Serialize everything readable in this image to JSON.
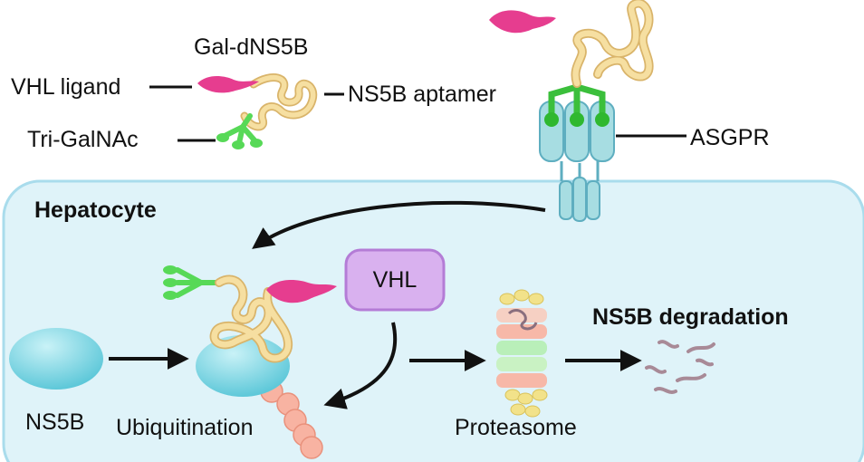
{
  "labels": {
    "gal_dns5b": "Gal-dNS5B",
    "vhl_ligand": "VHL ligand",
    "ns5b_aptamer": "NS5B aptamer",
    "tri_galnac": "Tri-GalNAc",
    "asgpr": "ASGPR",
    "hepatocyte": "Hepatocyte",
    "vhl": "VHL",
    "ns5b_degradation": "NS5B degradation",
    "ns5b": "NS5B",
    "ubiquitination": "Ubiquitination",
    "proteasome": "Proteasome"
  },
  "colors": {
    "cell_fill": "#dff3f9",
    "cell_border": "#a9dcec",
    "aptamer_yellow": "#f6dfa1",
    "aptamer_outline": "#d9b46a",
    "ligand_pink": "#e63d8f",
    "galnac_green": "#57d957",
    "receptor_blue": "#a7dde2",
    "vhl_purple": "#d9b1ef",
    "ns5b_cyan": "#7ad6e3",
    "ubiquitin_salmon": "#f8b3a2",
    "fragment_mauve": "#a88a97",
    "arrow_black": "#111111"
  }
}
